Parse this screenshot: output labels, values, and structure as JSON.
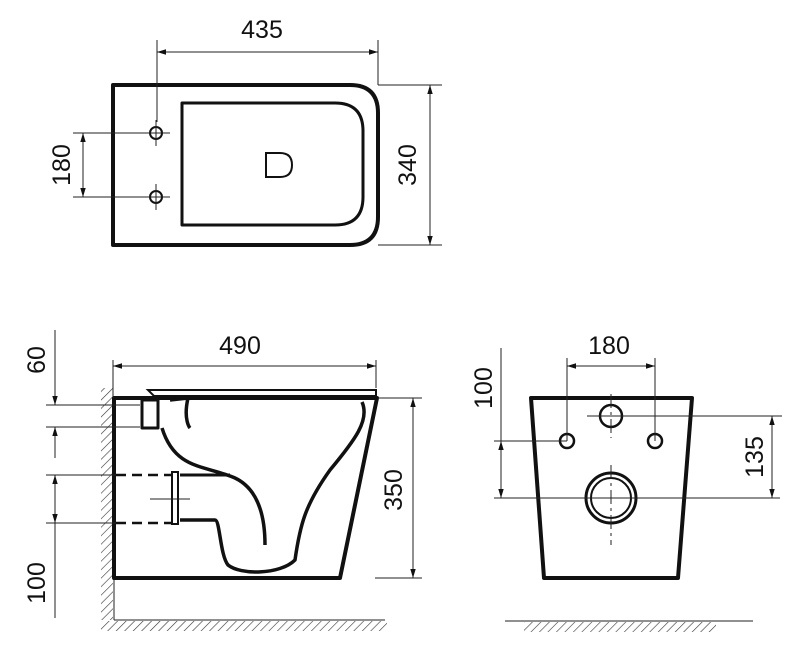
{
  "top_view": {
    "width_label": "435",
    "depth_label": "340",
    "bolt_spacing_label": "180"
  },
  "side_view": {
    "length_label": "490",
    "height_label": "350",
    "inlet_offset_label": "60",
    "outlet_height_label": "100"
  },
  "front_view": {
    "bolt_spacing_label": "180",
    "bolt_height_label": "100",
    "inlet_outlet_label": "135"
  },
  "colors": {
    "line": "#111111",
    "background": "#ffffff"
  }
}
